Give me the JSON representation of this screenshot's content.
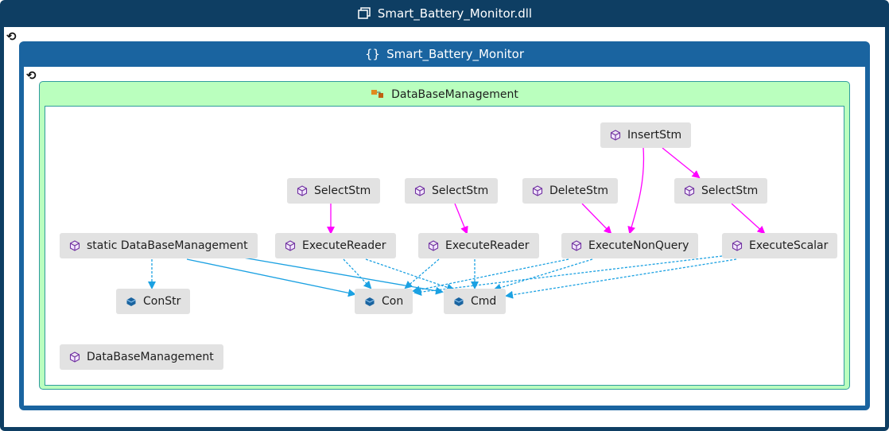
{
  "assembly": {
    "title": "Smart_Battery_Monitor.dll",
    "icon": "assembly-icon"
  },
  "namespace": {
    "title": "Smart_Battery_Monitor",
    "icon": "namespace-braces-icon"
  },
  "class": {
    "title": "DataBaseManagement",
    "icon": "class-icon"
  },
  "nodes": {
    "insert_stm": "InsertStm",
    "select_stm_1": "SelectStm",
    "select_stm_2": "SelectStm",
    "delete_stm": "DeleteStm",
    "select_stm_3": "SelectStm",
    "static_ctor": "static DataBaseManagement",
    "execute_reader_1": "ExecuteReader",
    "execute_reader_2": "ExecuteReader",
    "execute_non_query": "ExecuteNonQuery",
    "execute_scalar": "ExecuteScalar",
    "con_str": "ConStr",
    "con": "Con",
    "cmd": "Cmd",
    "ctor": "DataBaseManagement"
  },
  "colors": {
    "method_call": "#ff00ff",
    "field_ref": "#1ba1e2",
    "assembly": "#0e3e63",
    "namespace": "#1a64a0",
    "class_fill": "#baffbe"
  }
}
